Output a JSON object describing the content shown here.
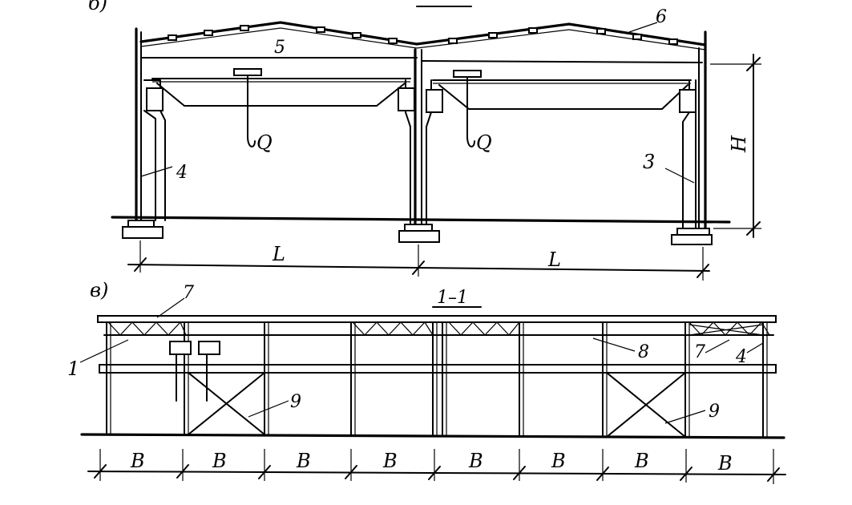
{
  "sections": {
    "top_label": "б)",
    "bottom_label": "в)",
    "section_mark": "1–1"
  },
  "top": {
    "callouts": {
      "c5": "5",
      "c6": "6",
      "c4": "4",
      "c3": "3"
    },
    "load_labels": [
      "Q",
      "Q"
    ],
    "height_label": "H",
    "span_labels": [
      "L",
      "L"
    ]
  },
  "bottom": {
    "callouts": {
      "c7a": "7",
      "c1": "1",
      "c9a": "9",
      "c8": "8",
      "c7b": "7",
      "c4": "4",
      "c9b": "9"
    },
    "bay_labels": [
      "B",
      "B",
      "B",
      "B",
      "B",
      "B",
      "B",
      "B"
    ]
  }
}
